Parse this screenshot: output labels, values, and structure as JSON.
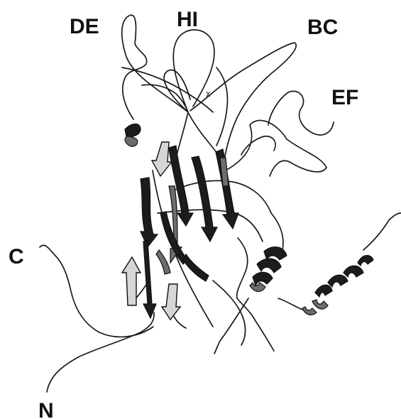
{
  "labels": {
    "de": "DE",
    "hi": "HI",
    "bc": "BC",
    "ef": "EF",
    "c_term": "C",
    "n_term": "N",
    "marker": "x"
  },
  "colors": {
    "background": "#ffffff",
    "ink": "#1a1a1a",
    "strand_light": "#d6d6d6",
    "strand_dark": "#1c1c1c"
  }
}
